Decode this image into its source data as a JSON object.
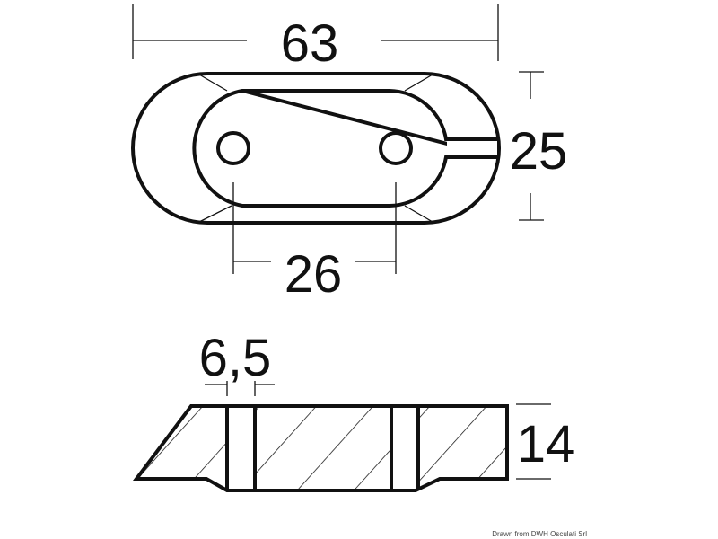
{
  "drawing": {
    "top_view": {
      "length_label": "63",
      "width_label": "25",
      "hole_spacing_label": "26"
    },
    "side_view": {
      "hole_diameter_label": "6,5",
      "thickness_label": "14"
    },
    "credit": "Drawn from DWH Osculati Srl",
    "line_color": "#111111"
  }
}
